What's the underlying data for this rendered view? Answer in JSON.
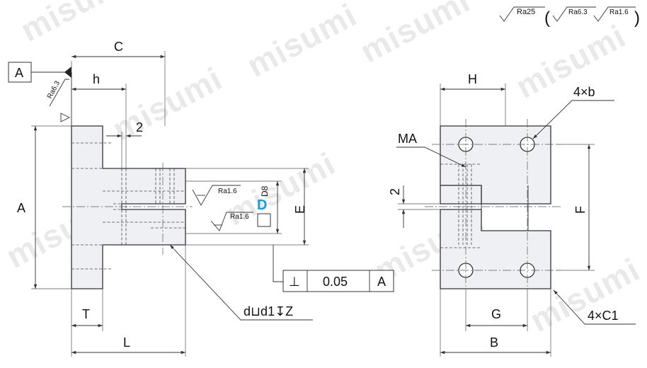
{
  "watermark": "misumi",
  "roughness": {
    "main": "Ra25",
    "open_paren": "(",
    "alt1": "Ra6.3",
    "alt2": "Ra1.6",
    "close_paren": ")"
  },
  "datum": {
    "label": "A"
  },
  "side_view": {
    "dims": {
      "C": "C",
      "h": "h",
      "two": "2",
      "A": "A",
      "E": "E",
      "T": "T",
      "L": "L",
      "d8": "D8",
      "d8_letter": "D"
    },
    "roughness": {
      "left_face": "Ra6.3",
      "slot_upper": "Ra1.6",
      "slot_lower": "Ra1.6"
    },
    "tolerance": {
      "symbol": "⊥",
      "value": "0.05",
      "datum": "A"
    },
    "callout": "d⊔d1↧Z"
  },
  "front_view": {
    "dims": {
      "H": "H",
      "F": "F",
      "G": "G",
      "B": "B",
      "two": "2",
      "holes": "4×b",
      "chamfer": "4×C1",
      "tap": "MA"
    }
  },
  "colors": {
    "accent": "#1a9bd7",
    "part_fill": "#eef0f4",
    "line": "#333333"
  }
}
